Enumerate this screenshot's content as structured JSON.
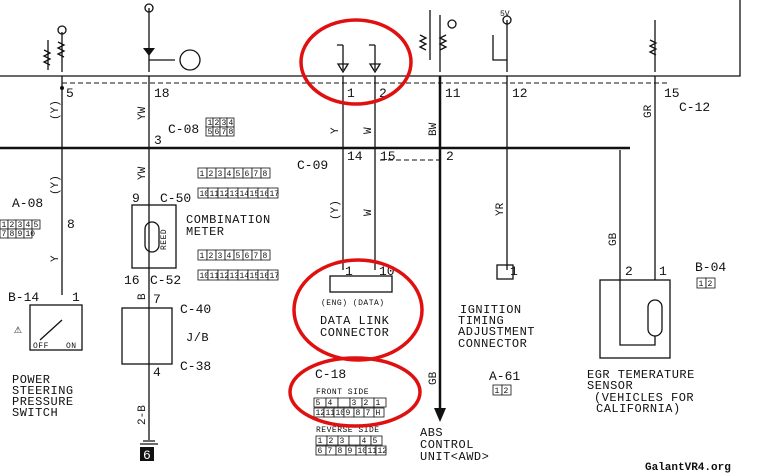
{
  "pins": {
    "p5": "5",
    "p18": "18",
    "p3": "3",
    "p1": "1",
    "p2": "2",
    "p11": "11",
    "p12": "12",
    "p15": "15",
    "p14": "14",
    "p15b": "15",
    "p2b": "2",
    "p8": "8",
    "p9": "9",
    "p16": "16",
    "p7": "7",
    "p4": "4",
    "pb14_1": "1",
    "dlc1": "1",
    "dlc10": "10",
    "itac1": "1",
    "egr2": "2",
    "egr1": "1"
  },
  "wire_colors": {
    "y_paren_left": "(Y)",
    "y_paren_left2": "(Y)",
    "y_left": "Y",
    "yw1": "YW",
    "yw2": "YW",
    "b": "B",
    "b2": "2-B",
    "y_mid": "Y",
    "w_mid": "W",
    "y_paren_mid": "(Y)",
    "w_mid2": "W",
    "bw": "BW",
    "gb_abs": "GB",
    "yr": "YR",
    "gr": "GR",
    "gb_egr": "GB"
  },
  "connectors": {
    "a08": "A-08",
    "c08": "C-08",
    "c50": "C-50",
    "c52": "C-52",
    "c40": "C-40",
    "c38": "C-38",
    "c09": "C-09",
    "c12": "C-12",
    "b14": "B-14",
    "c18": "C-18",
    "a61": "A-61",
    "b04": "B-04"
  },
  "supply": "5V",
  "components": {
    "combination_meter": [
      "COMBINATION",
      "METER"
    ],
    "reed": "REED",
    "jb": "J/B",
    "power_steering": [
      "POWER",
      "STEERING",
      "PRESSURE",
      "SWITCH"
    ],
    "off": "OFF",
    "on": "ON",
    "dlc_sub": "(ENG) (DATA)",
    "dlc": [
      "DATA LINK",
      "CONNECTOR"
    ],
    "c18_front": "FRONT SIDE",
    "c18_reverse": "REVERSE SIDE",
    "itac": [
      "IGNITION",
      "TIMING",
      "ADJUSTMENT",
      "CONNECTOR"
    ],
    "abs": [
      "ABS",
      "CONTROL",
      "UNIT<AWD>"
    ],
    "egr": [
      "EGR TEMERATURE",
      "SENSOR",
      "(VEHICLES FOR",
      "CALIFORNIA)"
    ],
    "ground": "6"
  },
  "grids": {
    "c08": [
      [
        "1",
        "2",
        "3",
        "4"
      ],
      [
        "5",
        "6",
        "7",
        "8"
      ]
    ],
    "a08": [
      "1",
      "2",
      "3",
      "4",
      "5",
      "7",
      "8",
      "9",
      "10"
    ],
    "c50_top": [
      "1",
      "2",
      "3",
      "4",
      "5",
      "6",
      "7",
      "8"
    ],
    "c50_bot": [
      "10",
      "11",
      "12",
      "13",
      "14",
      "15",
      "16",
      "17"
    ],
    "c18_front_top": [
      "5",
      "4",
      "",
      "3",
      "2",
      "1"
    ],
    "c18_front_bot": [
      "12",
      "11",
      "10",
      "9",
      "8",
      "7",
      "H"
    ],
    "c18_rev_top": [
      "1",
      "2",
      "3",
      "",
      "4",
      "5"
    ],
    "c18_rev_bot": [
      "6",
      "7",
      "8",
      "9",
      "10",
      "11",
      "12"
    ],
    "two_pin": [
      "1",
      "2"
    ]
  },
  "watermark": "GalantVR4.org",
  "colors": {
    "annotation": "#e01010",
    "line": "#111111"
  }
}
